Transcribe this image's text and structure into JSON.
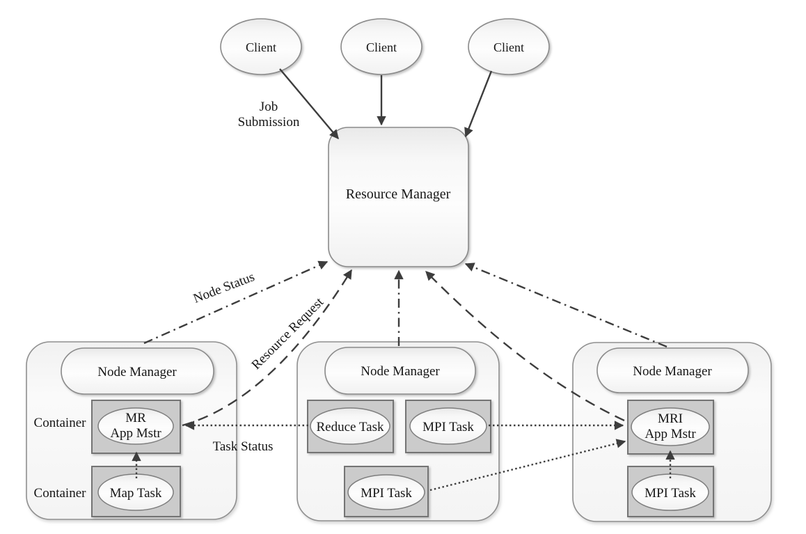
{
  "diagram": {
    "title_semantic": "YARN architecture diagram",
    "clients": [
      {
        "label": "Client"
      },
      {
        "label": "Client"
      },
      {
        "label": "Client"
      }
    ],
    "resource_manager": {
      "label": "Resource Manager"
    },
    "edges": {
      "job_submission": {
        "line1": "Job",
        "line2": "Submission",
        "style": "solid"
      },
      "node_status": {
        "label": "Node Status",
        "style": "dash-dot"
      },
      "resource_request": {
        "label": "Resource Request",
        "style": "dashed"
      },
      "task_status": {
        "label": "Task Status",
        "style": "dotted"
      }
    },
    "nodes": [
      {
        "manager_label": "Node Manager",
        "containers": [
          {
            "side_label": "Container",
            "task_line1": "MR",
            "task_line2": "App Mstr"
          },
          {
            "side_label": "Container",
            "task_line1": "Map Task"
          }
        ]
      },
      {
        "manager_label": "Node Manager",
        "containers": [
          {
            "task_line1": "Reduce Task"
          },
          {
            "task_line1": "MPI Task"
          },
          {
            "task_line1": "MPI Task"
          }
        ]
      },
      {
        "manager_label": "Node Manager",
        "containers": [
          {
            "task_line1": "MRI",
            "task_line2": "App Mstr"
          },
          {
            "task_line1": "MPI Task"
          }
        ]
      }
    ],
    "colors": {
      "line": "#3d3d3d",
      "shape_border": "#8a8a8a",
      "container_fill": "#cbcbcb",
      "container_border": "#747474",
      "background": "#ffffff"
    }
  }
}
